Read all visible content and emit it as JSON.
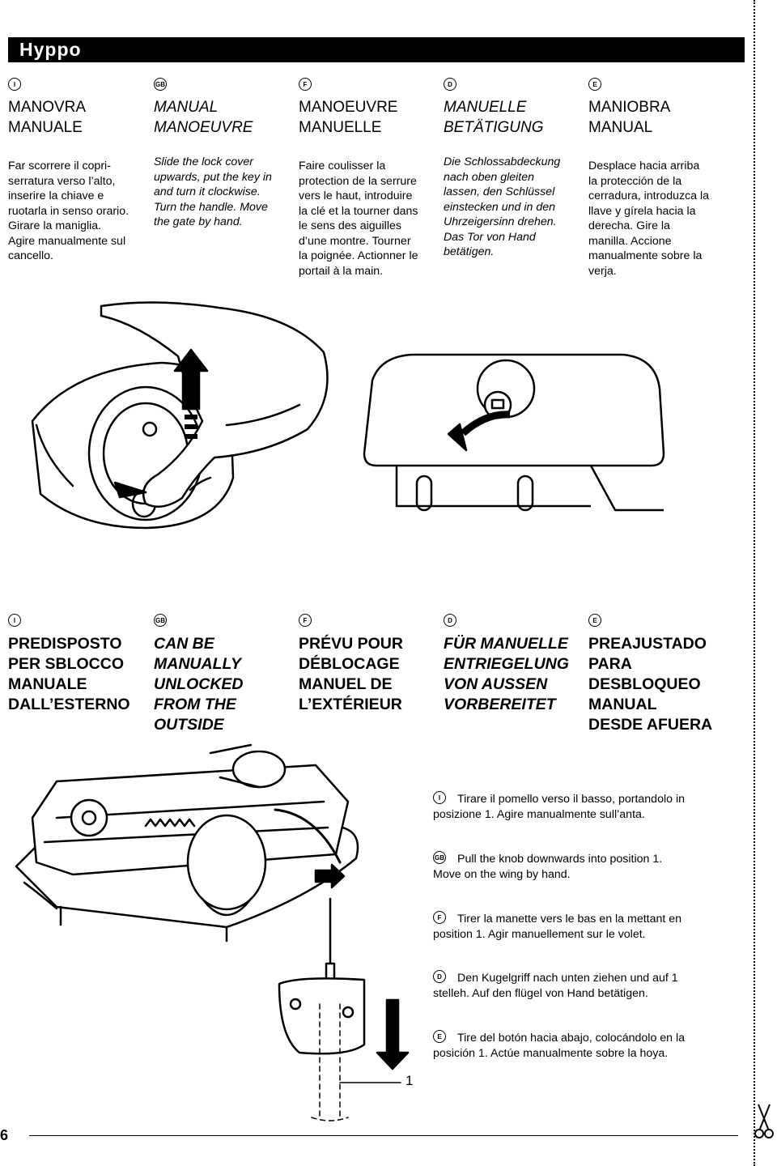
{
  "brand": "Hyppo",
  "badges": {
    "i": "I",
    "gb": "GB",
    "f": "F",
    "d": "D",
    "e": "E"
  },
  "manual_section": {
    "i": {
      "title": [
        "MANOVRA",
        "MANUALE"
      ],
      "body": [
        "Far scorrere il copri-",
        "serratura verso l’alto,",
        "inserire la chiave e",
        "ruotarla in senso orario.",
        "Girare la maniglia.",
        "Agire manualmente sul",
        "cancello."
      ]
    },
    "gb": {
      "title": [
        "MANUAL",
        "MANOEUVRE"
      ],
      "body": [
        "Slide the lock cover",
        "upwards, put the key in",
        "and turn it clockwise.",
        "Turn the handle. Move",
        "the gate by hand."
      ]
    },
    "f": {
      "title": [
        "MANOEUVRE",
        "MANUELLE"
      ],
      "body": [
        "Faire coulisser la",
        "protection de la serrure",
        "vers le haut, introduire",
        "la clé et la tourner dans",
        "le sens des aiguilles",
        "d’une montre. Tourner",
        "la poignée. Actionner le",
        "portail à la main."
      ]
    },
    "d": {
      "title": [
        "MANUELLE",
        "BETÄTIGUNG"
      ],
      "body": [
        "Die Schlossabdeckung",
        "nach oben gleiten",
        "lassen, den Schlüssel",
        "einstecken und in den",
        "Uhrzeigersinn drehen.",
        "Das Tor von Hand",
        "betätigen."
      ]
    },
    "e": {
      "title": [
        "MANIOBRA",
        "MANUAL"
      ],
      "body": [
        "Desplace hacia arriba",
        "la protección de la",
        "cerradura, introduzca la",
        "llave y gírela hacia la",
        "derecha. Gire la",
        "manilla. Accione",
        "manualmente sobre la",
        "verja."
      ]
    }
  },
  "external_section": {
    "i": {
      "title": [
        "PREDISPOSTO",
        "PER SBLOCCO",
        "MANUALE",
        "DALL’ESTERNO"
      ]
    },
    "gb": {
      "title": [
        "CAN BE",
        "MANUALLY",
        "UNLOCKED",
        "FROM THE",
        "OUTSIDE"
      ]
    },
    "f": {
      "title": [
        "PRÉVU POUR",
        "DÉBLOCAGE",
        "MANUEL DE",
        "L’EXTÉRIEUR"
      ]
    },
    "d": {
      "title": [
        "FÜR MANUELLE",
        "ENTRIEGELUNG",
        "VON AUSSEN",
        "VORBEREITET"
      ]
    },
    "e": {
      "title": [
        "PREAJUSTADO",
        "PARA",
        "DESBLOQUEO",
        "MANUAL",
        "DESDE AFUERA"
      ]
    }
  },
  "instructions": {
    "i": [
      "Tirare il pomello verso il basso, portandolo in",
      "posizione 1. Agire manualmente sull’anta."
    ],
    "gb": [
      "Pull the knob downwards into position 1.",
      "Move on the wing by hand."
    ],
    "f": [
      "Tirer la manette vers le bas en la mettant en",
      "position 1. Agir manuellement sur le volet."
    ],
    "d": [
      "Den Kugelgriff nach unten ziehen und auf 1",
      "stelleh. Auf den flügel von Hand betätigen."
    ],
    "e": [
      "Tire del botón hacia abajo, colocándolo en la",
      "posición 1. Actúe manualmente sobre la hoya."
    ]
  },
  "position_label": "1",
  "page_number": "6"
}
